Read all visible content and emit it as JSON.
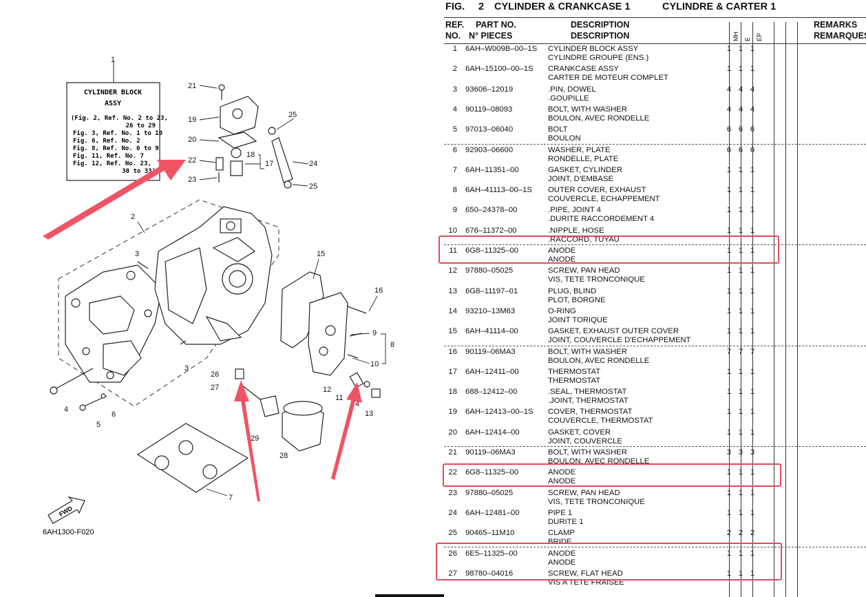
{
  "diagram": {
    "label_box": {
      "title_line1": "CYLINDER BLOCK",
      "title_line2": "ASSY",
      "lines": [
        "(Fig. 2, Ref. No. 2 to 23,",
        "26 to 29",
        "Fig. 3, Ref. No. 1 to 10",
        "Fig. 6, Ref. No. 2",
        "Fig. 8, Ref. No. 6 to 9",
        "Fig. 11, Ref. No. 7",
        "Fig. 12, Ref. No. 23,",
        "30 to 33)"
      ]
    },
    "callouts": [
      "1",
      "2",
      "3",
      "3",
      "4",
      "4",
      "5",
      "6",
      "7",
      "8",
      "9",
      "10",
      "11",
      "12",
      "13",
      "15",
      "16",
      "17",
      "18",
      "19",
      "20",
      "21",
      "22",
      "23",
      "24",
      "25",
      "25",
      "26",
      "27",
      "28",
      "29"
    ],
    "fwd_label": "FWD",
    "drawing_code": "6AH1300-F020"
  },
  "header": {
    "fig_label": "FIG.",
    "fig_number": "2",
    "title_en": "CYLINDER & CRANKCASE 1",
    "title_fr": "CYLINDRE & CARTER 1"
  },
  "columns": {
    "ref_1": "REF.",
    "ref_2": "NO.",
    "part_1": "PART NO.",
    "part_2": "N° PIECES",
    "desc_1": "DESCRIPTION",
    "desc_2": "DESCRIPTION",
    "q1": "MH",
    "q2": "E",
    "q3": "EP",
    "rem_1": "REMARKS",
    "rem_2": "REMARQUES"
  },
  "rows": [
    {
      "ref": "1",
      "part": "6AH–W009B–00–1S",
      "d1": "CYLINDER BLOCK ASSY",
      "d2": "CYLINDRE GROUPE (ENS.)",
      "q1": "1",
      "q2": "1",
      "q3": "1"
    },
    {
      "ref": "2",
      "part": "6AH–15100–00–1S",
      "d1": "CRANKCASE ASSY",
      "d2": "CARTER DE MOTEUR COMPLET",
      "q1": "1",
      "q2": "1",
      "q3": "1"
    },
    {
      "ref": "3",
      "part": "93606–12019",
      "d1": ".PIN, DOWEL",
      "d2": ".GOUPILLE",
      "q1": "4",
      "q2": "4",
      "q3": "4"
    },
    {
      "ref": "4",
      "part": "90119–08093",
      "d1": "BOLT, WITH WASHER",
      "d2": "BOULON, AVEC RONDELLE",
      "q1": "4",
      "q2": "4",
      "q3": "4"
    },
    {
      "ref": "5",
      "part": "97013–06040",
      "d1": "BOLT",
      "d2": "BOULON",
      "q1": "6",
      "q2": "6",
      "q3": "6"
    },
    {
      "ref": "6",
      "part": "92903–06600",
      "d1": "WASHER, PLATE",
      "d2": "RONDELLE, PLATE",
      "q1": "6",
      "q2": "6",
      "q3": "6"
    },
    {
      "ref": "7",
      "part": "6AH–11351–00",
      "d1": "GASKET, CYLINDER",
      "d2": "JOINT, D'EMBASE",
      "q1": "1",
      "q2": "1",
      "q3": "1"
    },
    {
      "ref": "8",
      "part": "6AH–41113–00–1S",
      "d1": "OUTER COVER, EXHAUST",
      "d2": "COUVERCLE, ECHAPPEMENT",
      "q1": "1",
      "q2": "1",
      "q3": "1"
    },
    {
      "ref": "9",
      "part": "650–24378–00",
      "d1": ".PIPE, JOINT 4",
      "d2": ".DURITE RACCORDEMENT 4",
      "q1": "1",
      "q2": "1",
      "q3": "1"
    },
    {
      "ref": "10",
      "part": "676–11372–00",
      "d1": ".NIPPLE, HOSE",
      "d2": ".RACCORD, TUYAU",
      "q1": "1",
      "q2": "1",
      "q3": "1"
    },
    {
      "ref": "11",
      "part": "6G8–11325–00",
      "d1": "ANODE",
      "d2": "ANODE",
      "q1": "1",
      "q2": "1",
      "q3": "1"
    },
    {
      "ref": "12",
      "part": "97880–05025",
      "d1": "SCREW, PAN HEAD",
      "d2": "VIS, TETE TRONCONIQUE",
      "q1": "1",
      "q2": "1",
      "q3": "1"
    },
    {
      "ref": "13",
      "part": "6G8–11197–01",
      "d1": "PLUG, BLIND",
      "d2": "PLOT, BORGNE",
      "q1": "1",
      "q2": "1",
      "q3": "1"
    },
    {
      "ref": "14",
      "part": "93210–13M63",
      "d1": "O-RING",
      "d2": "JOINT TORIQUE",
      "q1": "1",
      "q2": "1",
      "q3": "1"
    },
    {
      "ref": "15",
      "part": "6AH–41114–00",
      "d1": "GASKET, EXHAUST OUTER COVER",
      "d2": "JOINT, COUVERCLE D'ECHAPPEMENT",
      "q1": "1",
      "q2": "1",
      "q3": "1"
    },
    {
      "ref": "16",
      "part": "90119–06MA3",
      "d1": "BOLT, WITH WASHER",
      "d2": "BOULON, AVEC RONDELLE",
      "q1": "7",
      "q2": "7",
      "q3": "7"
    },
    {
      "ref": "17",
      "part": "6AH–12411–00",
      "d1": "THERMOSTAT",
      "d2": "THERMOSTAT",
      "q1": "1",
      "q2": "1",
      "q3": "1"
    },
    {
      "ref": "18",
      "part": "688–12412–00",
      "d1": ".SEAL, THERMOSTAT",
      "d2": ".JOINT, THERMOSTAT",
      "q1": "1",
      "q2": "1",
      "q3": "1"
    },
    {
      "ref": "19",
      "part": "6AH–12413–00–1S",
      "d1": "COVER, THERMOSTAT",
      "d2": "COUVERCLE, THERMOSTAT",
      "q1": "1",
      "q2": "1",
      "q3": "1"
    },
    {
      "ref": "20",
      "part": "6AH–12414–00",
      "d1": "GASKET, COVER",
      "d2": "JOINT, COUVERCLE",
      "q1": "1",
      "q2": "1",
      "q3": "1"
    },
    {
      "ref": "21",
      "part": "90119–06MA3",
      "d1": "BOLT, WITH WASHER",
      "d2": "BOULON, AVEC RONDELLE",
      "q1": "3",
      "q2": "3",
      "q3": "3"
    },
    {
      "ref": "22",
      "part": "6G8–11325–00",
      "d1": "ANODE",
      "d2": "ANODE",
      "q1": "1",
      "q2": "1",
      "q3": "1"
    },
    {
      "ref": "23",
      "part": "97880–05025",
      "d1": "SCREW, PAN HEAD",
      "d2": "VIS, TETE TRONCONIQUE",
      "q1": "1",
      "q2": "1",
      "q3": "1"
    },
    {
      "ref": "24",
      "part": "6AH–12481–00",
      "d1": "PIPE 1",
      "d2": "DURITE 1",
      "q1": "1",
      "q2": "1",
      "q3": "1"
    },
    {
      "ref": "25",
      "part": "90465–11M10",
      "d1": "CLAMP",
      "d2": "BRIDE",
      "q1": "2",
      "q2": "2",
      "q3": "2"
    },
    {
      "ref": "26",
      "part": "6E5–11325–00",
      "d1": "ANODE",
      "d2": "ANODE",
      "q1": "1",
      "q2": "1",
      "q3": "1"
    },
    {
      "ref": "27",
      "part": "98780–04016",
      "d1": "SCREW, FLAT HEAD",
      "d2": "VIS A TETE FRAISEE",
      "q1": "1",
      "q2": "1",
      "q3": "1"
    }
  ],
  "colors": {
    "highlight": "#e34a5c",
    "ink": "#111111"
  }
}
